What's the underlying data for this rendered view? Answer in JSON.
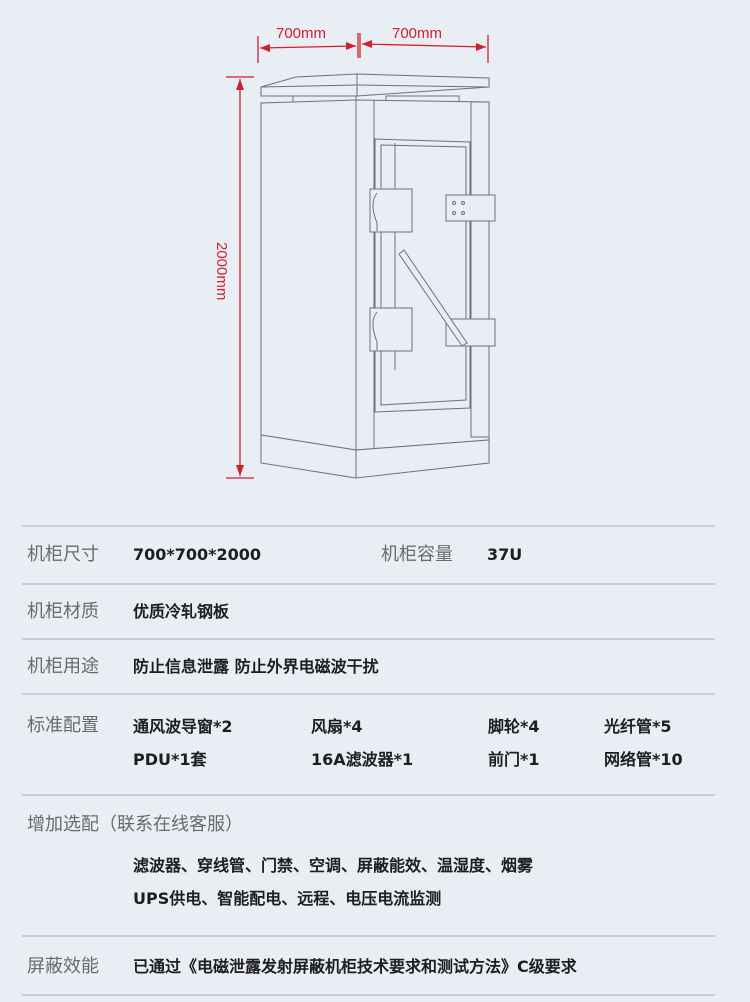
{
  "drawing": {
    "width_label": "700mm",
    "depth_label": "700mm",
    "height_label": "2000mm",
    "dimension_color": "#d0202e"
  },
  "specs": {
    "size": {
      "label": "机柜尺寸",
      "value": "700*700*2000"
    },
    "capacity": {
      "label": "机柜容量",
      "value": "37U"
    },
    "material": {
      "label": "机柜材质",
      "value": "优质冷轧钢板"
    },
    "usage": {
      "label": "机柜用途",
      "value": "防止信息泄露 防止外界电磁波干扰"
    },
    "standard": {
      "label": "标准配置",
      "items": [
        "通风波导窗*2",
        "风扇*4",
        "脚轮*4",
        "光纤管*5",
        "PDU*1套",
        "16A滤波器*1",
        "前门*1",
        "网络管*10"
      ]
    },
    "optional": {
      "label": "增加选配（联系在线客服）",
      "lines": [
        "滤波器、穿线管、门禁、空调、屏蔽能效、温湿度、烟雾",
        "UPS供电、智能配电、远程、电压电流监测"
      ]
    },
    "shielding": {
      "label": "屏蔽效能",
      "value": "已通过《电磁泄露发射屏蔽机柜技术要求和测试方法》C级要求"
    }
  }
}
